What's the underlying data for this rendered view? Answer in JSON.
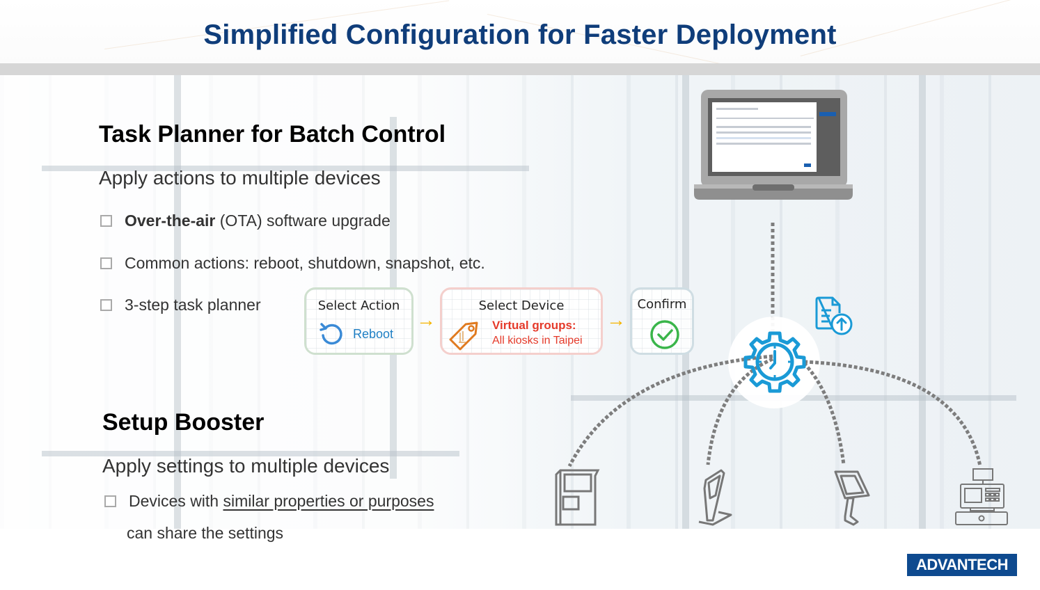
{
  "slide": {
    "title": "Simplified Configuration for Faster Deployment",
    "brand_logo_text": "ADVANTECH",
    "brand_color": "#0e4a8f",
    "title_color": "#0f3d7a"
  },
  "task_planner": {
    "heading": "Task Planner for Batch Control",
    "subheading": "Apply actions to multiple devices",
    "bullets": [
      {
        "bold": "Over-the-air",
        "text": " (OTA) software upgrade"
      },
      {
        "bold": "",
        "text": "Common actions: reboot, shutdown, snapshot, etc."
      },
      {
        "bold": "",
        "text": "3-step task planner"
      }
    ],
    "steps": [
      {
        "title": "Select Action",
        "icon": "reboot-icon",
        "value": "Reboot",
        "value_color": "#1f7fc4",
        "border_color": "#cfe0cf"
      },
      {
        "title": "Select Device",
        "icon": "tag-icon",
        "value_line1": "Virtual groups:",
        "value_line2": "All kiosks in Taipei",
        "value_color": "#e53a2a",
        "border_color": "#f4cfcc"
      },
      {
        "title": "Confirm",
        "icon": "check-circle-icon",
        "border_color": "#cfdde3"
      }
    ],
    "arrow_color": "#f5b400"
  },
  "setup_booster": {
    "heading": "Setup Booster",
    "subheading": "Apply settings to multiple devices",
    "bullet_prefix": "Devices with ",
    "bullet_underlined": "similar properties or purposes",
    "bullet_line2": "can share the settings"
  },
  "diagram": {
    "center_icon": "gear-clock-icon",
    "side_icon": "file-upload-icon",
    "accent_color": "#1a9ad6",
    "devices": [
      "atm-kiosk-icon",
      "standing-kiosk-icon",
      "tablet-kiosk-icon",
      "pos-terminal-icon"
    ]
  }
}
